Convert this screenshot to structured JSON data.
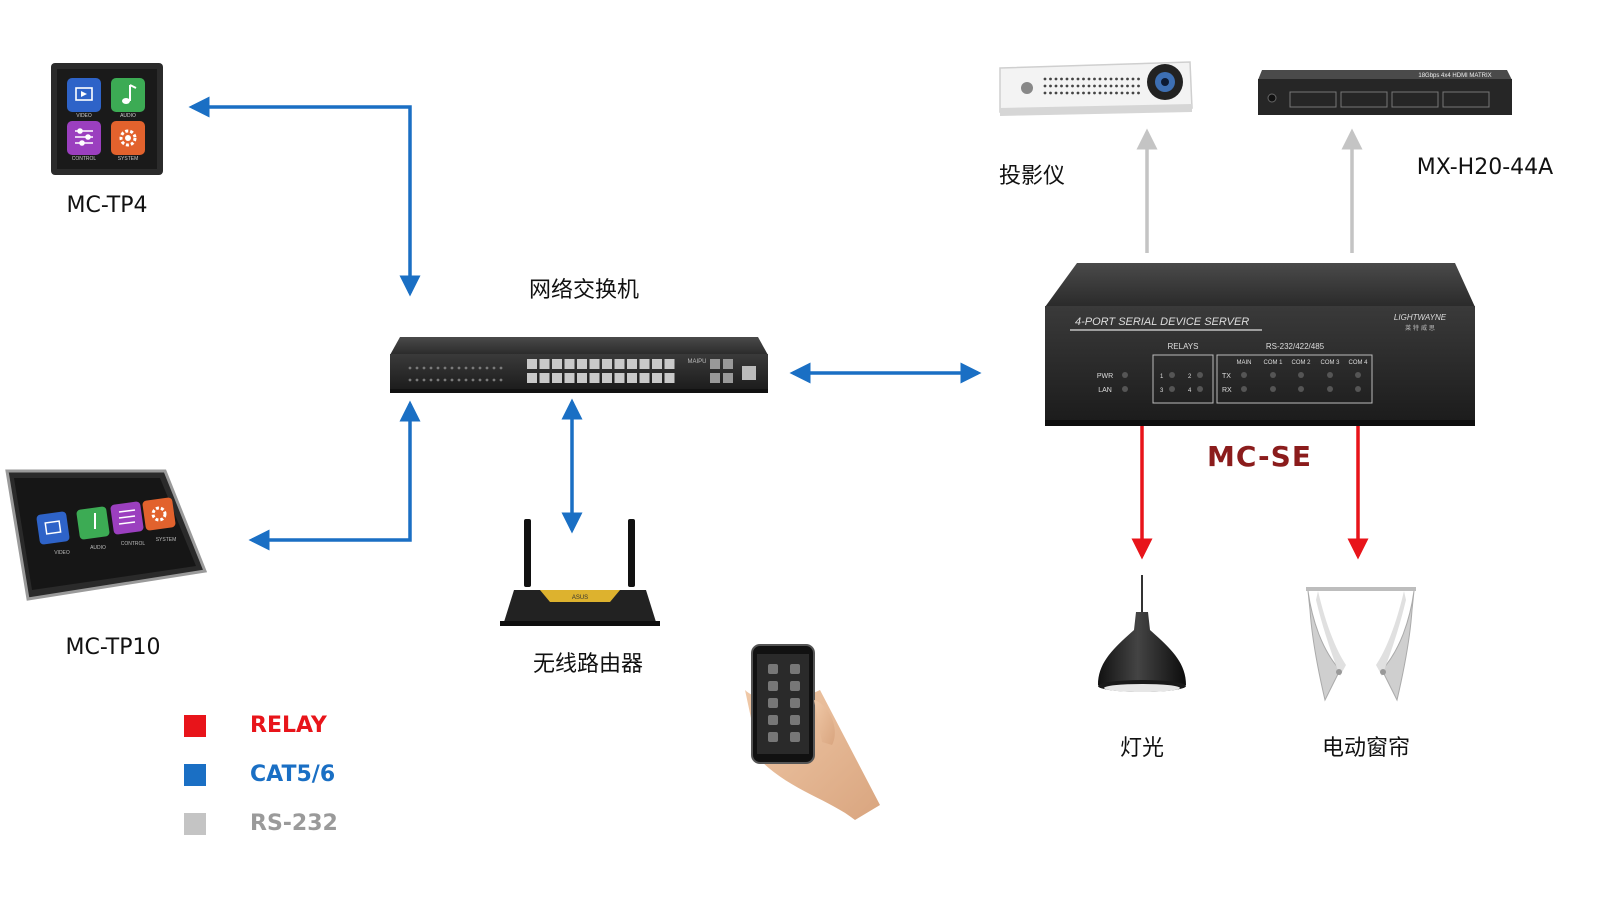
{
  "colors": {
    "relay": "#e8141a",
    "cat": "#1a6fc4",
    "rs232": "#c4c4c4",
    "mcse_label": "#8b1c1c"
  },
  "devices": {
    "mc_tp4": {
      "label": "MC-TP4",
      "tiles": [
        "VIDEO",
        "AUDIO",
        "CONTROL",
        "SYSTEM"
      ]
    },
    "mc_tp10": {
      "label": "MC-TP10",
      "tiles": [
        "VIDEO",
        "AUDIO",
        "CONTROL",
        "SYSTEM"
      ]
    },
    "switch": {
      "label": "网络交换机",
      "brand": "MAIPU"
    },
    "router": {
      "label": "无线路由器",
      "brand": "ASUS"
    },
    "mc_se": {
      "label": "MC-SE",
      "front_title": "4-PORT SERIAL DEVICE SERVER",
      "brand": "LIGHTWAYNE",
      "brand_cn": "莱 特 威 思",
      "relays_title": "RELAYS",
      "serial_title": "RS-232/422/485",
      "pwr": "PWR",
      "lan": "LAN",
      "tx": "TX",
      "rx": "RX",
      "ports": [
        "MAIN",
        "COM 1",
        "COM 2",
        "COM 3",
        "COM 4"
      ],
      "relay_nums": [
        "1",
        "2",
        "3",
        "4"
      ]
    },
    "projector": {
      "label": "投影仪"
    },
    "matrix": {
      "label": "MX-H20-44A",
      "front_text": "18Gbps 4x4 HDMI MATRIX"
    },
    "light": {
      "label": "灯光"
    },
    "curtain": {
      "label": "电动窗帘"
    }
  },
  "legend": [
    {
      "label": "RELAY",
      "color": "#e8141a"
    },
    {
      "label": "CAT5/6",
      "color": "#1a6fc4"
    },
    {
      "label": "RS-232",
      "color": "#c4c4c4"
    }
  ]
}
